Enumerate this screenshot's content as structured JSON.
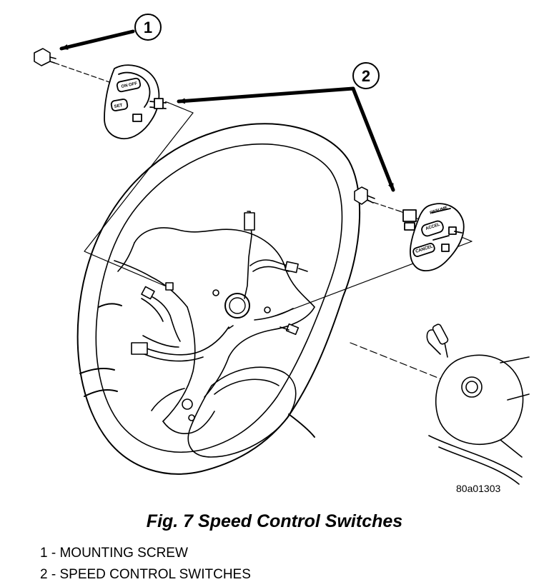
{
  "figure": {
    "reference_code": "80a01303",
    "caption": "Fig. 7 Speed Control Switches",
    "callouts": [
      {
        "number": "1",
        "label": "MOUNTING SCREW"
      },
      {
        "number": "2",
        "label": "SPEED CONTROL SWITCHES"
      }
    ],
    "switch_labels": {
      "left_top": "ON OFF",
      "left_bottom": "SET",
      "right_top": "RESUME",
      "right_mid": "ACCEL",
      "right_bottom": "CANCEL"
    }
  }
}
